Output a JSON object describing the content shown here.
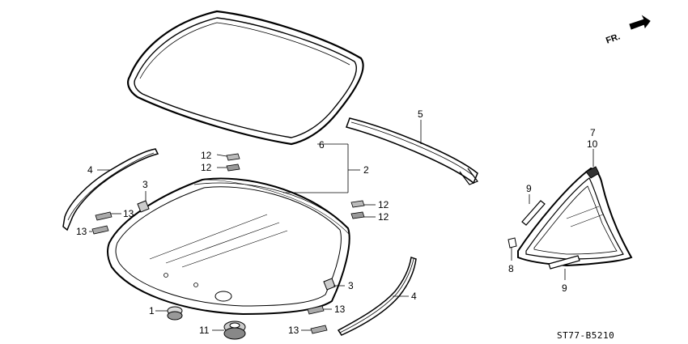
{
  "direction_indicator": {
    "text": "FR."
  },
  "drawing_code": "ST77-B5210",
  "callouts": {
    "c1": "1",
    "c2": "2",
    "c3a": "3",
    "c3b": "3",
    "c4a": "4",
    "c4b": "4",
    "c5": "5",
    "c6": "6",
    "c7": "7",
    "c8": "8",
    "c9a": "9",
    "c9b": "9",
    "c10": "10",
    "c11": "11",
    "c12a": "12",
    "c12b": "12",
    "c12c": "12",
    "c12d": "12",
    "c13a": "13",
    "c13b": "13",
    "c13c": "13",
    "c13d": "13"
  }
}
